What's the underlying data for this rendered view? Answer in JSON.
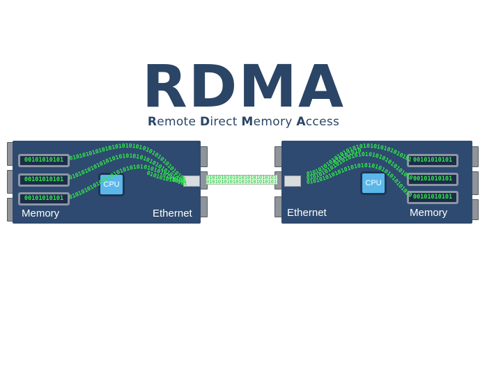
{
  "title": "RDMA",
  "subtitle": {
    "parts": [
      {
        "cap": "R",
        "rest": "emote "
      },
      {
        "cap": "D",
        "rest": "irect "
      },
      {
        "cap": "M",
        "rest": "emory "
      },
      {
        "cap": "A",
        "rest": "ccess"
      }
    ]
  },
  "left_server": {
    "memory_label": "Memory",
    "ethernet_label": "Ethernet",
    "cpu_label": "CPU",
    "modules": [
      "00101010101",
      "00101010101",
      "00101010101"
    ]
  },
  "right_server": {
    "memory_label": "Memory",
    "ethernet_label": "Ethernet",
    "cpu_label": "CPU",
    "modules": [
      "00101010101",
      "00101010101",
      "00101010101"
    ]
  },
  "binary_stream": "01010101010101010101010101010101010101",
  "colors": {
    "title": "#2b4566",
    "server": "#2e4a70",
    "binary": "#33e84a",
    "cpu": "#5bb7ea"
  }
}
